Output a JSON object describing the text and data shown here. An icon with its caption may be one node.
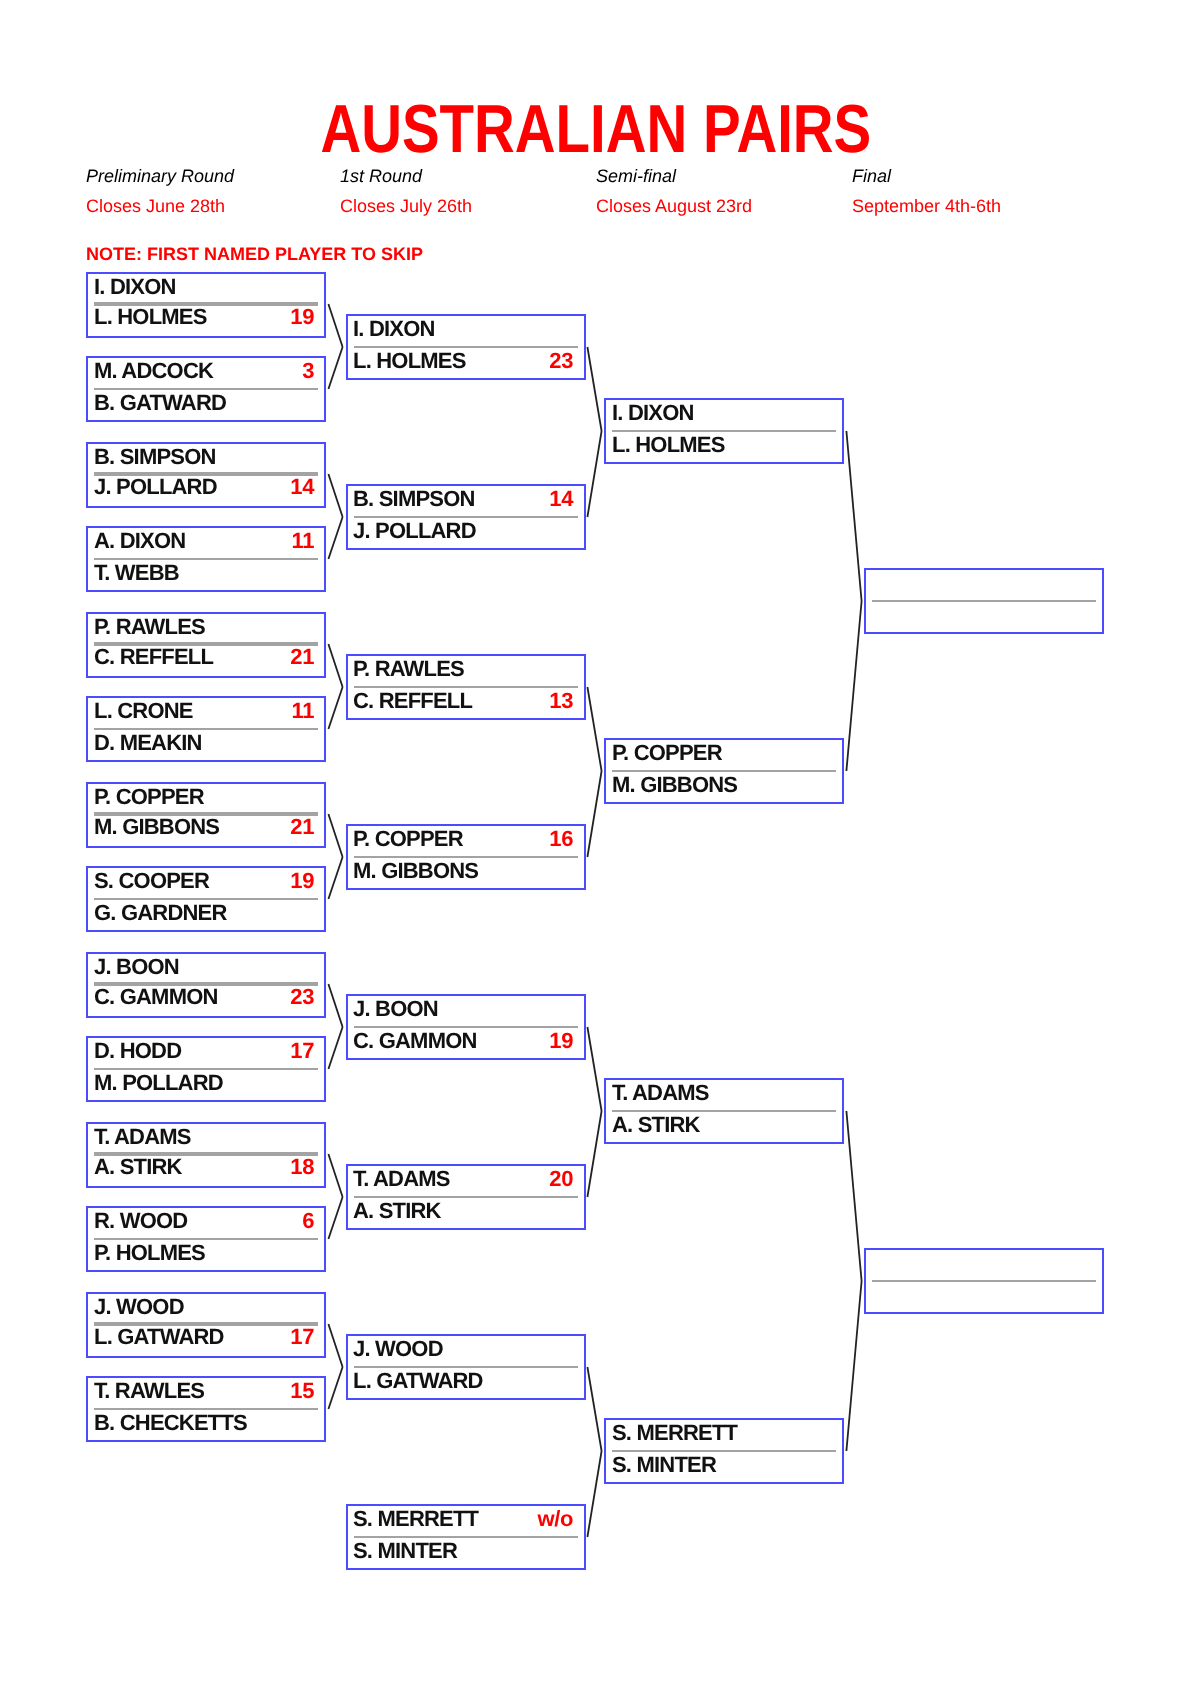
{
  "diagram": {
    "title": "AUSTRALIAN PAIRS",
    "nodes": [
      {
        "text": [
          "I. DIXON",
          "L. HOLMES",
          "19"
        ]
      },
      {
        "text": [
          "M. ADCOCK",
          "3",
          "B. GATWARD"
        ]
      },
      {
        "text": [
          "B. SIMPSON",
          "J. POLLARD",
          "14"
        ]
      },
      {
        "text": [
          "A. DIXON",
          "11",
          "T. WEBB"
        ]
      },
      {
        "text": [
          "P. RAWLES",
          "C. REFFELL",
          "21"
        ]
      },
      {
        "text": [
          "L. CRONE",
          "11",
          "D. MEAKIN"
        ]
      },
      {
        "text": [
          "P. COPPER",
          "M. GIBBONS",
          "21"
        ]
      },
      {
        "text": [
          "S. COOPER",
          "19",
          "G. GARDNER"
        ]
      },
      {
        "text": [
          "J. BOON",
          "C. GAMMON",
          "23"
        ]
      },
      {
        "text": [
          "D. HODD",
          "17",
          "M. POLLARD"
        ]
      },
      {
        "text": [
          "T. ADAMS",
          "A. STIRK",
          "18"
        ]
      },
      {
        "text": [
          "R. WOOD",
          "6",
          "P. HOLMES"
        ]
      },
      {
        "text": [
          "J. WOOD",
          "L. GATWARD",
          "17"
        ]
      },
      {
        "text": [
          "T. RAWLES",
          "15",
          "B. CHECKETTS"
        ]
      },
      {
        "text": [
          "I. DIXON",
          "L. HOLMES",
          "23"
        ]
      },
      {
        "text": [
          "B. SIMPSON",
          "14",
          "J. POLLARD"
        ]
      },
      {
        "text": [
          "P. RAWLES",
          "C. REFFELL",
          "13"
        ]
      },
      {
        "text": [
          "P. COPPER",
          "16",
          "M. GIBBONS"
        ]
      },
      {
        "text": [
          "J. BOON",
          "C. GAMMON",
          "19"
        ]
      },
      {
        "text": [
          "T. ADAMS",
          "20",
          "A. STIRK"
        ]
      },
      {
        "text": [
          "J. WOOD",
          "L. GATWARD"
        ]
      },
      {
        "text": [
          "S. MERRETT",
          "w/o",
          "S. MINTER"
        ]
      },
      {
        "text": [
          "I. DIXON",
          "L. HOLMES"
        ]
      },
      {
        "text": [
          "P. COPPER",
          "M. GIBBONS"
        ]
      },
      {
        "text": [
          "T. ADAMS",
          "A. STIRK"
        ]
      },
      {
        "text": [
          "S. MERRETT",
          "S. MINTER"
        ]
      },
      {
        "text": [],
        "shape": "box"
      },
      {
        "text": [],
        "shape": "box"
      }
    ],
    "edges": [
      {
        "from": 0,
        "to": 14,
        "arrow": "none"
      },
      {
        "from": 1,
        "to": 14,
        "arrow": "none"
      },
      {
        "from": 2,
        "to": 15,
        "arrow": "none"
      },
      {
        "from": 3,
        "to": 15,
        "arrow": "none"
      },
      {
        "from": 4,
        "to": 16,
        "arrow": "none"
      },
      {
        "from": 5,
        "to": 16,
        "arrow": "none"
      },
      {
        "from": 6,
        "to": 17,
        "arrow": "none"
      },
      {
        "from": 7,
        "to": 17,
        "arrow": "none"
      },
      {
        "from": 8,
        "to": 18,
        "arrow": "none"
      },
      {
        "from": 9,
        "to": 18,
        "arrow": "none"
      },
      {
        "from": 10,
        "to": 19,
        "arrow": "none"
      },
      {
        "from": 11,
        "to": 19,
        "arrow": "none"
      },
      {
        "from": 12,
        "to": 20,
        "arrow": "none"
      },
      {
        "from": 13,
        "to": 20,
        "arrow": "none"
      },
      {
        "from": 14,
        "to": 22,
        "arrow": "none"
      },
      {
        "from": 15,
        "to": 22,
        "arrow": "none"
      },
      {
        "from": 16,
        "to": 23,
        "arrow": "none"
      },
      {
        "from": 17,
        "to": 23,
        "arrow": "none"
      },
      {
        "from": 18,
        "to": 24,
        "arrow": "none"
      },
      {
        "from": 19,
        "to": 24,
        "arrow": "none"
      },
      {
        "from": 20,
        "to": 25,
        "arrow": "none"
      },
      {
        "from": 21,
        "to": 25,
        "arrow": "none"
      },
      {
        "from": 22,
        "to": 26,
        "arrow": "none"
      },
      {
        "from": 23,
        "to": 26,
        "arrow": "none"
      },
      {
        "from": 24,
        "to": 27,
        "arrow": "none"
      },
      {
        "from": 25,
        "to": 27,
        "arrow": "none"
      }
    ],
    "labels": [
      "Preliminary Round",
      "1st Round",
      "Semi-final",
      "Final",
      "Closes June 28th",
      "Closes July 26th",
      "Closes August 23rd",
      "September 4th-6th",
      "NOTE: FIRST NAMED PLAYER TO SKIP"
    ]
  }
}
